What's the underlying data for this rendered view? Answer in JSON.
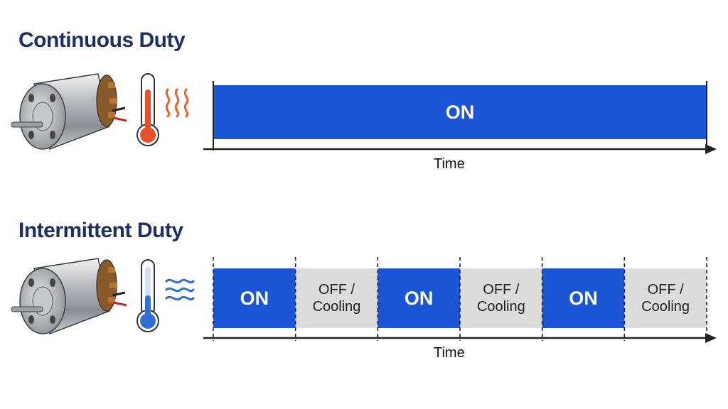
{
  "colors": {
    "on_fill": "#1a56d6",
    "off_fill": "#dcdcdc",
    "title": "#1c2f66",
    "hot": "#e8502a",
    "cool": "#2f6fd8"
  },
  "continuous": {
    "title": "Continuous Duty",
    "thermometer_icon": "thermometer-hot-icon",
    "wave_icon": "heat-waves-icon",
    "segments": [
      {
        "state": "on",
        "label": "ON"
      }
    ],
    "axis_label": "Time"
  },
  "intermittent": {
    "title": "Intermittent Duty",
    "thermometer_icon": "thermometer-cool-icon",
    "wave_icon": "cooling-waves-icon",
    "segments": [
      {
        "state": "on",
        "label": "ON"
      },
      {
        "state": "off",
        "label": "OFF /\nCooling"
      },
      {
        "state": "on",
        "label": "ON"
      },
      {
        "state": "off",
        "label": "OFF /\nCooling"
      },
      {
        "state": "on",
        "label": "ON"
      },
      {
        "state": "off",
        "label": "OFF /\nCooling"
      }
    ],
    "axis_label": "Time"
  }
}
